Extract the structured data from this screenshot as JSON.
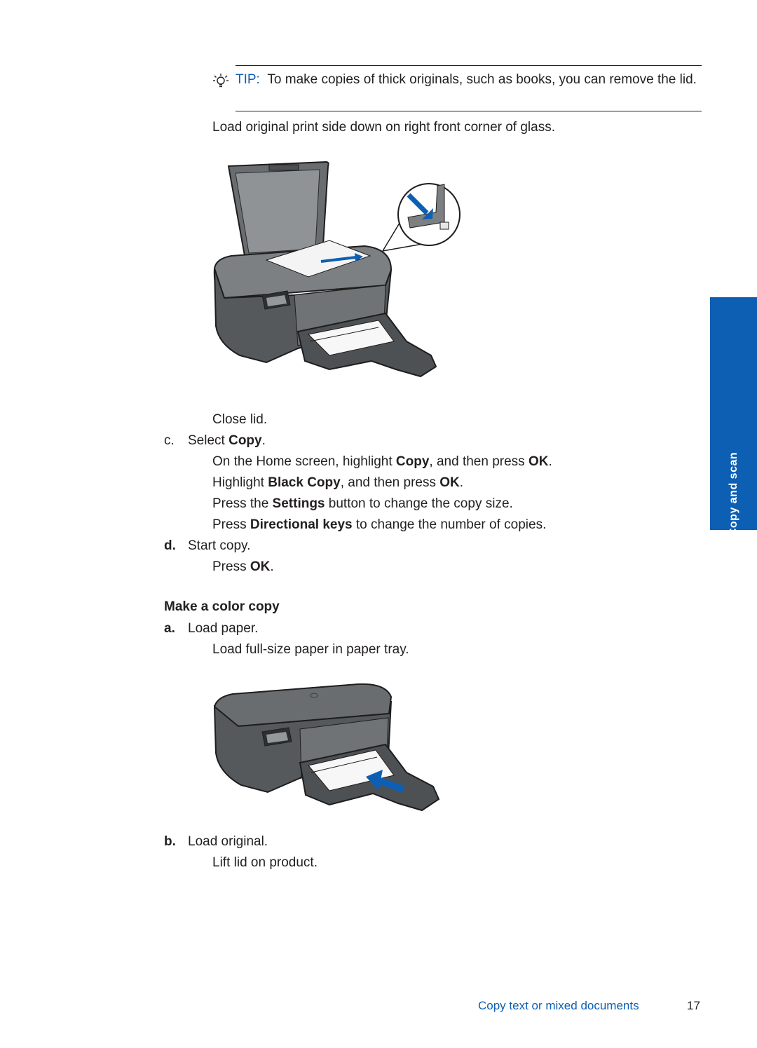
{
  "tip": {
    "label": "TIP:",
    "text": "To make copies of thick originals, such as books, you can remove the lid."
  },
  "load_original_instruction": "Load original print side down on right front corner of glass.",
  "close_lid": "Close lid.",
  "step_c": {
    "letter": "c.",
    "text_prefix": "Select ",
    "text_bold": "Copy",
    "text_suffix": ".",
    "lines": [
      {
        "a": "On the Home screen, highlight ",
        "b": "Copy",
        "c": ", and then press ",
        "d": "OK",
        "e": "."
      },
      {
        "a": "Highlight ",
        "b": "Black Copy",
        "c": ", and then press ",
        "d": "OK",
        "e": "."
      },
      {
        "a": "Press the ",
        "b": "Settings",
        "c": " button to change the copy size."
      },
      {
        "a": "Press ",
        "b": "Directional keys",
        "c": " to change the number of copies."
      }
    ]
  },
  "step_d": {
    "letter": "d.",
    "text": "Start copy.",
    "press_prefix": "Press ",
    "press_bold": "OK",
    "press_suffix": "."
  },
  "section_heading": "Make a color copy",
  "step_a": {
    "letter": "a.",
    "text": "Load paper.",
    "detail": "Load full-size paper in paper tray."
  },
  "step_b": {
    "letter": "b.",
    "text": "Load original.",
    "detail": "Lift lid on product."
  },
  "side_tab": "Copy and scan",
  "footer": {
    "title": "Copy text or mixed documents",
    "page_number": "17"
  },
  "colors": {
    "accent_blue": "#0d5fb3",
    "text": "#231f20"
  }
}
